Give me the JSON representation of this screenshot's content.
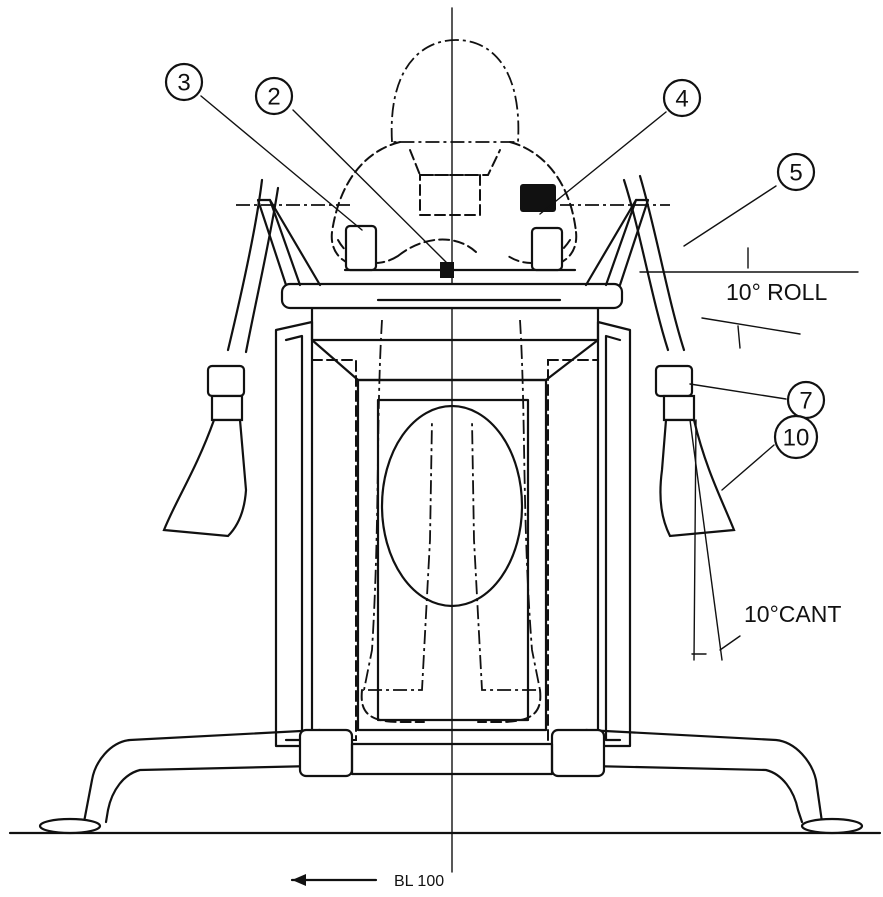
{
  "callouts": [
    {
      "id": "c3",
      "text": "3"
    },
    {
      "id": "c2",
      "text": "2"
    },
    {
      "id": "c4",
      "text": "4"
    },
    {
      "id": "c5",
      "text": "5"
    },
    {
      "id": "c7",
      "text": "7"
    },
    {
      "id": "c10",
      "text": "10"
    }
  ],
  "annotations": {
    "roll": "10° ROLL",
    "cant": "10°CANT",
    "bl": "BL 100"
  }
}
